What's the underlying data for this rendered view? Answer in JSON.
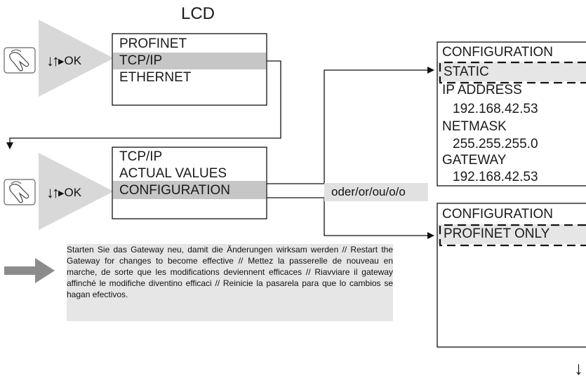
{
  "lcd_label": "LCD",
  "ok_button": {
    "arrows": "↓↑",
    "play": "▶",
    "label": "OK"
  },
  "menu1": [
    "PROFINET",
    "TCP/IP",
    "ETHERNET"
  ],
  "menu2": [
    "TCP/IP",
    "ACTUAL VALUES",
    "CONFIGURATION"
  ],
  "static_screen": {
    "title": "CONFIGURATION",
    "mode": "STATIC",
    "ip_label": "IP ADDRESS",
    "ip_value": "192.168.42.53",
    "mask_label": "NETMASK",
    "mask_value": "255.255.255.0",
    "gw_label": "GATEWAY",
    "gw_value": "192.168.42.53"
  },
  "or_label": "oder/or/ou/o/o",
  "profinet_screen": {
    "title": "CONFIGURATION",
    "mode": "PROFINET ONLY"
  },
  "note": "Starten Sie das Gateway neu, damit die Änderungen wirksam werden // Restart the Gateway for changes to become effective // Mettez la passerelle de nouveau en marche, de sorte que les modifications deviennent efficaces // Riavviare il gateway affinché le modifiche diventino efficaci // Reinicie la pasarela para que lo cambios se hagan efectivos.",
  "scroll_arrow": "↓",
  "colors": {
    "highlight": "#c6c6c6",
    "funnel": "#d7d7d7",
    "note_bg": "#e6e6e6",
    "arrow_gray": "#8a8a8a"
  },
  "icons": [
    "hand-press-icon",
    "up-down-arrows-icon",
    "ok-play-icon"
  ]
}
